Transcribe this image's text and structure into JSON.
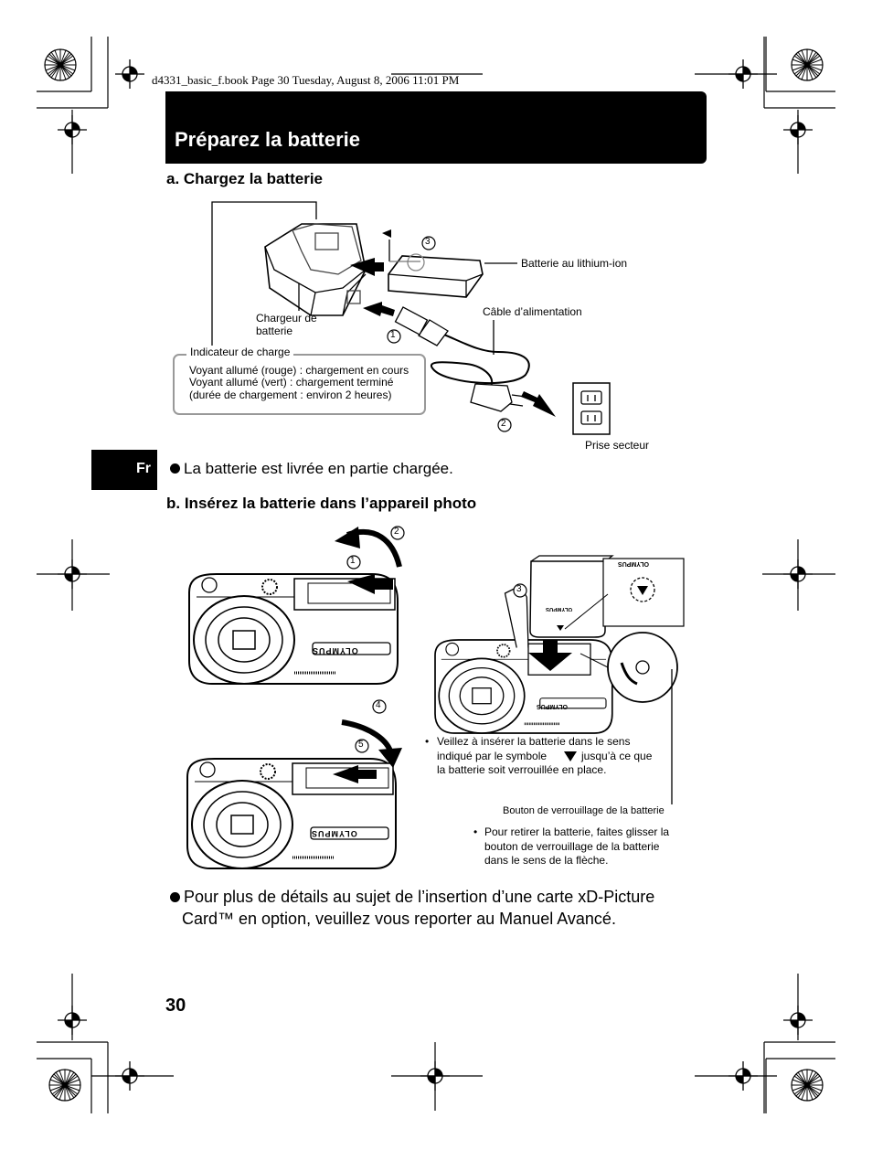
{
  "file_header": "d4331_basic_f.book  Page 30  Tuesday, August 8, 2006  11:01 PM",
  "title": "Préparez la batterie",
  "lang_tab": "Fr",
  "section_a": {
    "heading": "a.  Chargez la batterie",
    "labels": {
      "battery": "Batterie au lithium-ion",
      "cable": "Câble d’alimentation",
      "charger_line1": "Chargeur de",
      "charger_line2": "batterie",
      "indicator_title": "Indicateur de charge",
      "indicator_line1": "Voyant allumé (rouge) : chargement en cours",
      "indicator_line2": "Voyant allumé (vert) : chargement terminé",
      "indicator_line3": "(durée de chargement : environ 2 heures)",
      "outlet": "Prise secteur",
      "step1": "1",
      "step2": "2",
      "step3": "3"
    },
    "note": "La batterie est livrée en partie chargée."
  },
  "section_b": {
    "heading": "b.  Insérez la batterie dans l’appareil photo",
    "steps": [
      "1",
      "2",
      "3",
      "4",
      "5"
    ],
    "brand": "OLYMPUS",
    "note1_line1": "Veillez à insérer la batterie dans le sens",
    "note1_line2a": "indiqué par le symbole",
    "note1_line2b": "jusqu’à ce que",
    "note1_line3": "la batterie soit verrouillée en place.",
    "lock_label": "Bouton de verrouillage de la batterie",
    "note2_line1": "Pour retirer la batterie, faites glisser la",
    "note2_line2": "bouton de verrouillage de la batterie",
    "note2_line3": "dans le sens de la flèche."
  },
  "final_note_line1": "Pour plus de détails au sujet de l’insertion d’une carte xD-Picture",
  "final_note_line2": "Card™ en option, veuillez vous reporter au Manuel Avancé.",
  "page_number": "30"
}
